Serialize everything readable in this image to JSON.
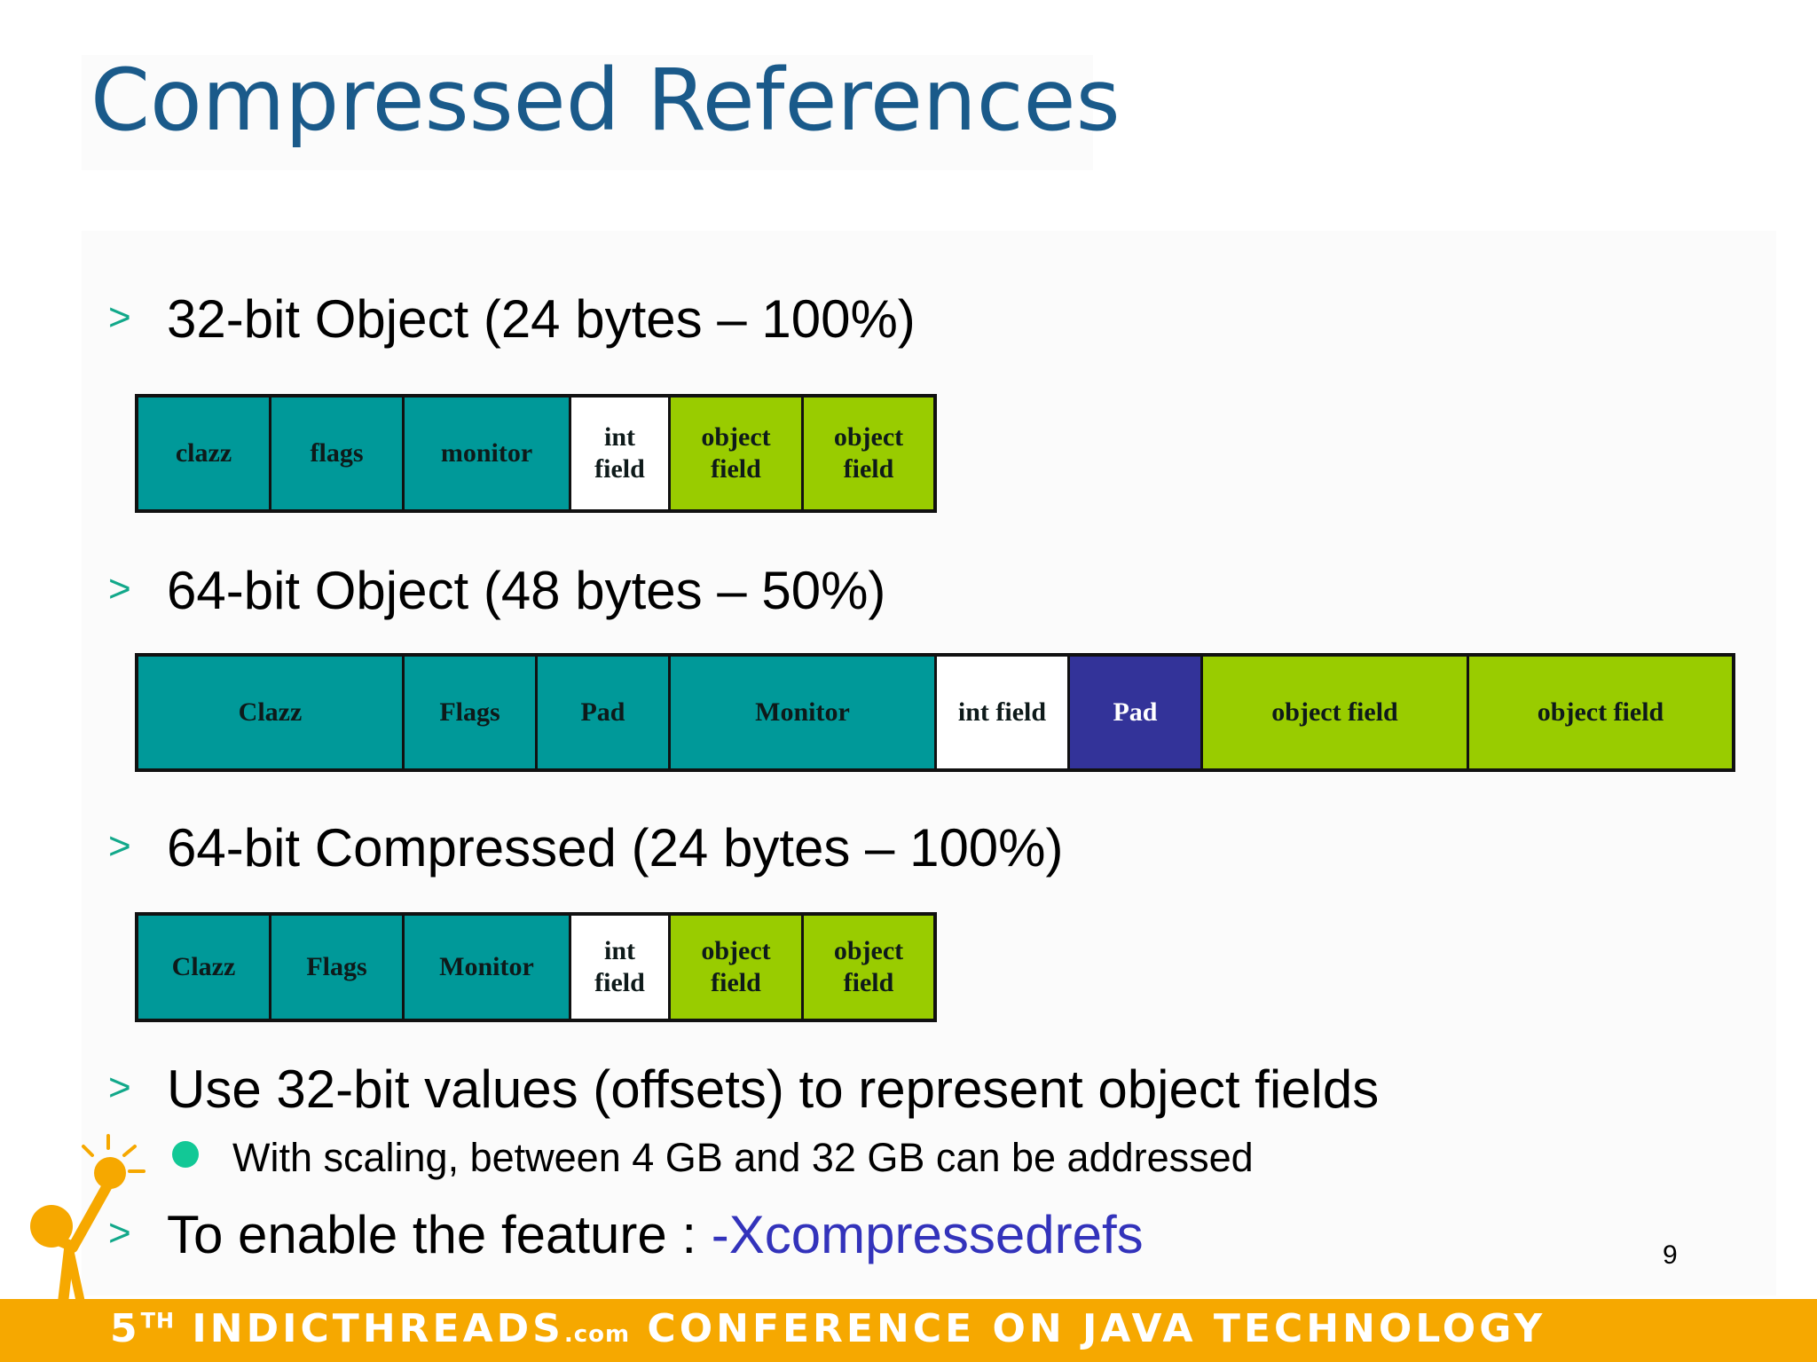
{
  "slide": {
    "title": "Compressed References",
    "page_number": "9"
  },
  "bullets": [
    {
      "arrow": ">",
      "text": "32-bit Object (24 bytes – 100%)"
    },
    {
      "arrow": ">",
      "text": "64-bit Object (48 bytes – 50%)"
    },
    {
      "arrow": ">",
      "text": "64-bit Compressed (24 bytes – 100%)"
    },
    {
      "arrow": ">",
      "text": "Use 32-bit values (offsets) to represent object fields"
    },
    {
      "arrow": ">",
      "text": "To enable the feature : ",
      "code": "-Xcompressedrefs"
    }
  ],
  "sub_bullet": {
    "text": "With scaling, between 4 GB and 32 GB can be addressed"
  },
  "layouts": {
    "obj32": [
      {
        "label": "clazz",
        "color": "teal"
      },
      {
        "label": "flags",
        "color": "teal"
      },
      {
        "label": "monitor",
        "color": "teal"
      },
      {
        "label": "int\nfield",
        "color": "white"
      },
      {
        "label": "object\nfield",
        "color": "lime"
      },
      {
        "label": "object\nfield",
        "color": "lime"
      }
    ],
    "obj64": [
      {
        "label": "Clazz",
        "color": "teal"
      },
      {
        "label": "Flags",
        "color": "teal"
      },
      {
        "label": "Pad",
        "color": "teal"
      },
      {
        "label": "Monitor",
        "color": "teal"
      },
      {
        "label": "int field",
        "color": "white"
      },
      {
        "label": "Pad",
        "color": "navy"
      },
      {
        "label": "object field",
        "color": "lime"
      },
      {
        "label": "object field",
        "color": "lime"
      }
    ],
    "compressed": [
      {
        "label": "Clazz",
        "color": "teal"
      },
      {
        "label": "Flags",
        "color": "teal"
      },
      {
        "label": "Monitor",
        "color": "teal"
      },
      {
        "label": "int\nfield",
        "color": "white"
      },
      {
        "label": "object\nfield",
        "color": "lime"
      },
      {
        "label": "object\nfield",
        "color": "lime"
      }
    ]
  },
  "colors": {
    "teal": "#009999",
    "white": "#ffffff",
    "lime": "#99cc00",
    "navy": "#333399",
    "title": "#1a5a8a",
    "arrow": "#12a88a",
    "code": "#3333bb",
    "footer": "#f6a800"
  },
  "footer": {
    "number": "5",
    "superscript": "TH",
    "brand": "INDICTHREADS",
    "domain": ".com",
    "tagline": "CONFERENCE ON JAVA TECHNOLOGY"
  },
  "icons": {
    "mascot": "lightbulb-figure-icon"
  }
}
